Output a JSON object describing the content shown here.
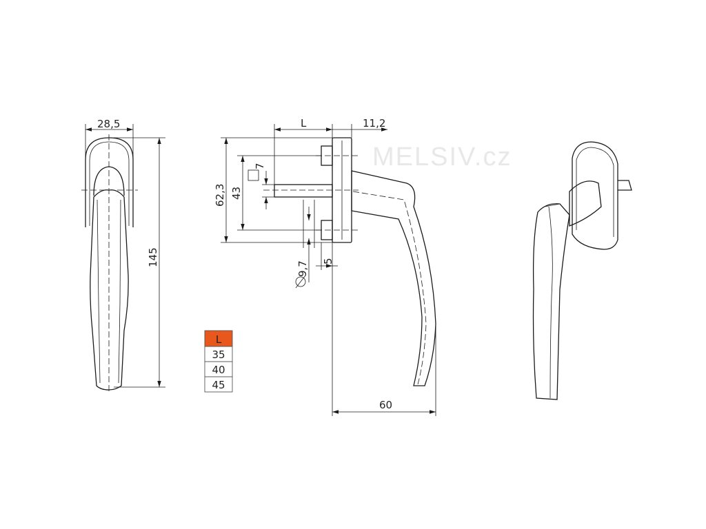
{
  "watermark": "MELSIV.cz",
  "colors": {
    "accent": "#e8571c",
    "line": "#1a1a1a"
  },
  "dimensions": {
    "front_width": "28,5",
    "front_height": "145",
    "side_L": "L",
    "side_plate": "11,2",
    "side_height_outer": "62,3",
    "side_height_inner": "43",
    "square": "7",
    "diameter": "9,7",
    "offset": "5",
    "reach": "60"
  },
  "length_table": {
    "header": "L",
    "values": [
      "35",
      "40",
      "45"
    ]
  }
}
